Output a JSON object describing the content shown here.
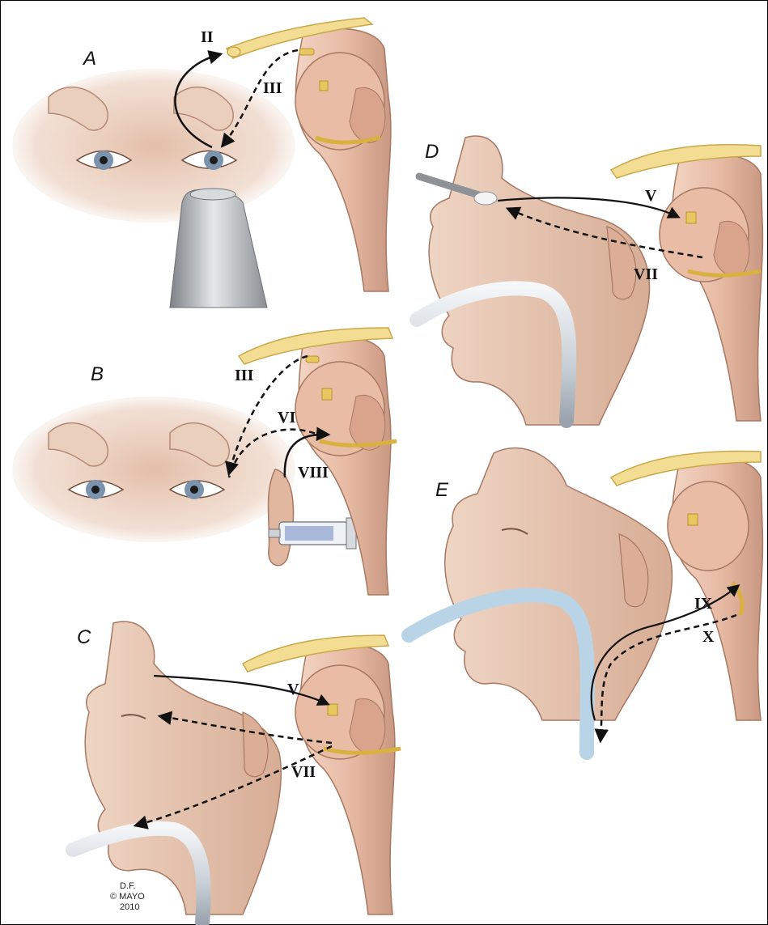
{
  "colors": {
    "skin": "#e9c9b4",
    "skin_shadow": "#c99f88",
    "brainstem": "#e8bfa8",
    "brainstem_dark": "#c99781",
    "nerve": "#e8c760",
    "nerve_pale": "#f3e3a0",
    "arrow": "#111111",
    "tube": "#d7dde3",
    "instrument": "#a9adb2"
  },
  "panels": {
    "A": {
      "letter": "A",
      "labels": {
        "afferent": "II",
        "efferent": "III"
      }
    },
    "B": {
      "letter": "B",
      "labels": {
        "n3": "III",
        "n6": "VI",
        "n8": "VIII"
      }
    },
    "C": {
      "letter": "C",
      "labels": {
        "afferent": "V",
        "efferent": "VII"
      }
    },
    "D": {
      "letter": "D",
      "labels": {
        "afferent": "V",
        "efferent": "VII"
      }
    },
    "E": {
      "letter": "E",
      "labels": {
        "afferent": "IX",
        "efferent": "X"
      }
    }
  },
  "credit": {
    "line1": "D.F.",
    "line2": "© MAYO",
    "line3": "2010"
  }
}
